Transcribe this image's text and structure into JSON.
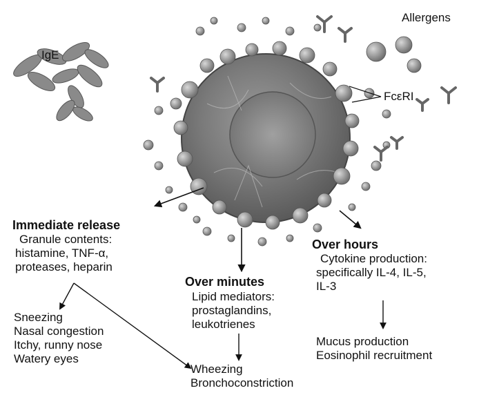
{
  "labels": {
    "ige": "IgE",
    "allergens": "Allergens",
    "fceri": "FcεRI"
  },
  "immediate": {
    "title": "Immediate release",
    "line1": "Granule contents:",
    "line2": "histamine, TNF-α,",
    "line3": "proteases, heparin"
  },
  "minutes": {
    "title": "Over minutes",
    "line1": "Lipid mediators:",
    "line2": "prostaglandins,",
    "line3": "leukotrienes"
  },
  "hours": {
    "title": "Over hours",
    "line1": "Cytokine production:",
    "line2": "specifically IL-4, IL-5,",
    "line3": "IL-3"
  },
  "effects": {
    "immediate": [
      "Sneezing",
      "Nasal congestion",
      "Itchy, runny nose",
      "Watery eyes"
    ],
    "minutes": [
      "Wheezing",
      "Bronchoconstriction"
    ],
    "hours": [
      "Mucus production",
      "Eosinophil recruitment"
    ]
  }
}
